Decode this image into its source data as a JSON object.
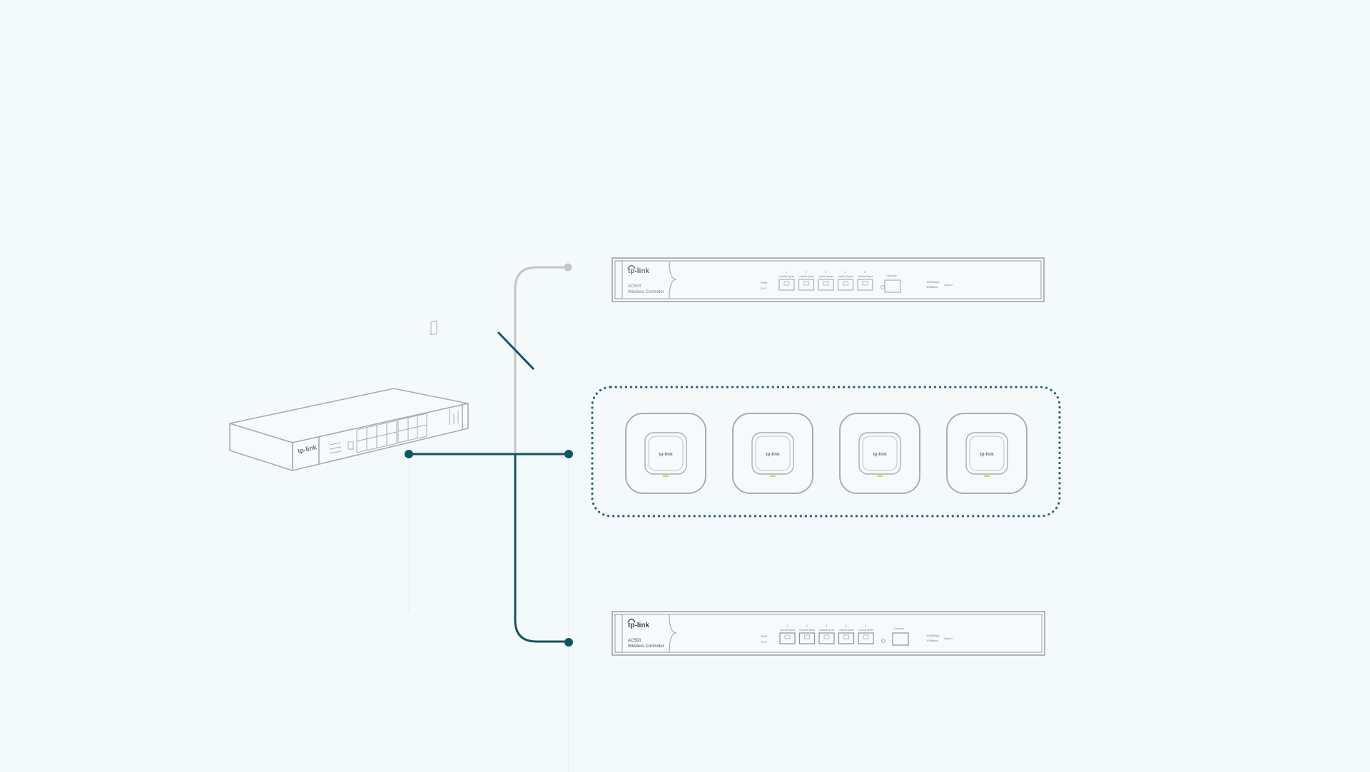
{
  "colors": {
    "background": "#f4f9fc",
    "device_outline": "#a9adb1",
    "active_link": "#0f5562",
    "inactive_link": "#c3c6c9",
    "ap_led": "#c6d94a"
  },
  "switch": {
    "brand": "tp-link",
    "icon": "network-switch-icon"
  },
  "controller_top": {
    "brand": "tp-link",
    "model": "AC500",
    "subtitle": "Wireless Controller",
    "status": "inactive",
    "led_labels": [
      "PWR",
      "SYS"
    ],
    "port_numbers": [
      "1",
      "2",
      "3",
      "4",
      "5"
    ],
    "port_sub_labels": [
      "Link/Act",
      "Speed"
    ],
    "console_label": "Console",
    "speed_labels": [
      "1000Mbps",
      "100Mbps"
    ],
    "speed_group_label": "Speed"
  },
  "controller_bottom": {
    "brand": "tp-link",
    "model": "AC500",
    "subtitle": "Wireless Controller",
    "status": "active",
    "led_labels": [
      "PWR",
      "SYS"
    ],
    "port_numbers": [
      "1",
      "2",
      "3",
      "4",
      "5"
    ],
    "port_sub_labels": [
      "Link/Act",
      "Speed"
    ],
    "console_label": "Console",
    "speed_labels": [
      "1000Mbps",
      "100Mbps"
    ],
    "speed_group_label": "Speed"
  },
  "access_points": [
    {
      "brand": "tp-link",
      "icon": "access-point-icon"
    },
    {
      "brand": "tp-link",
      "icon": "access-point-icon"
    },
    {
      "brand": "tp-link",
      "icon": "access-point-icon"
    },
    {
      "brand": "tp-link",
      "icon": "access-point-icon"
    }
  ],
  "links": {
    "to_top_controller": "inactive",
    "to_access_points": "active",
    "to_bottom_controller": "active"
  }
}
